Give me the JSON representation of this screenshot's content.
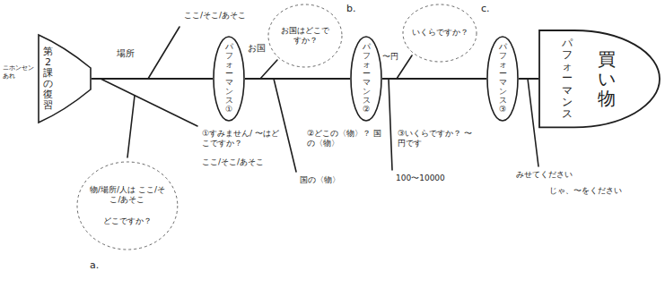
{
  "diagram": {
    "nodes": [
      {
        "text": [
          "第2課の復習"
        ]
      },
      {
        "text": [
          "パフォーマンス①"
        ]
      },
      {
        "text": [
          "パフォーマンス②"
        ]
      },
      {
        "text": [
          "パフォーマンス③"
        ]
      },
      {
        "text": [
          "パフォーマンス",
          "買い物"
        ]
      },
      {
        "text": [
          "物/場所/人は ここ/そこ/あそこ",
          "どこですか？"
        ]
      },
      {
        "text": [
          "お国はどこですか？"
        ]
      },
      {
        "text": [
          "いくらですか？"
        ]
      }
    ],
    "edges": [
      {
        "from": 0,
        "to": 1,
        "arrow": "none"
      },
      {
        "from": 1,
        "to": 2,
        "arrow": "none"
      },
      {
        "from": 2,
        "to": 3,
        "arrow": "none"
      },
      {
        "from": 3,
        "to": 4,
        "arrow": "none"
      }
    ],
    "labels": [
      "ニホンセン あれ",
      "場所",
      "ここ/そこ/あそこ",
      "①すみません/ 〜はどこですか？",
      "ここ/そこ/あそこ",
      "a.",
      "お国",
      "b.",
      "②どこの〈物〉？ 国の〈物〉",
      "国の〈物〉",
      "〜円",
      "c.",
      "③いくらですか？ 〜円です",
      "100〜10000",
      "みせてください",
      "じゃ、〜をください"
    ]
  }
}
